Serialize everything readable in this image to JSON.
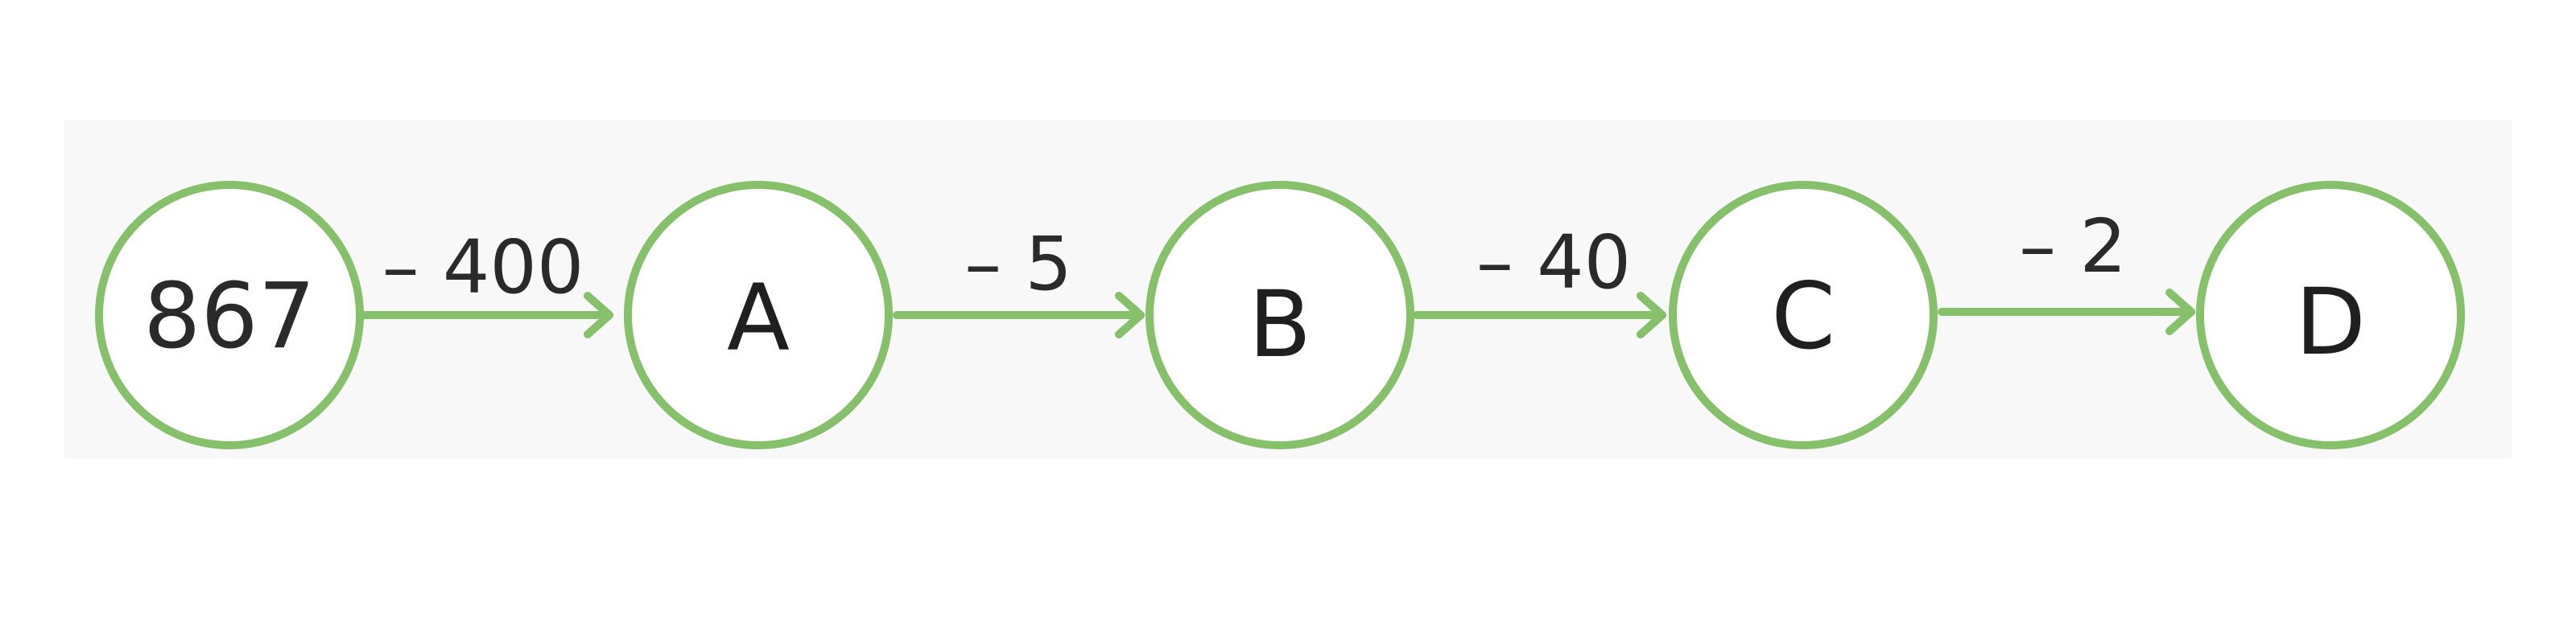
{
  "diagram": {
    "nodes": [
      {
        "id": "start",
        "label": "867"
      },
      {
        "id": "a",
        "label": "A"
      },
      {
        "id": "b",
        "label": "B"
      },
      {
        "id": "c",
        "label": "C"
      },
      {
        "id": "d",
        "label": "D"
      }
    ],
    "edges": [
      {
        "from": "start",
        "to": "a",
        "label": "– 400"
      },
      {
        "from": "a",
        "to": "b",
        "label": "– 5"
      },
      {
        "from": "b",
        "to": "c",
        "label": "– 40"
      },
      {
        "from": "c",
        "to": "d",
        "label": "– 2"
      }
    ],
    "colors": {
      "ring": "#86c06a",
      "panel": "#f8f8f8"
    }
  }
}
